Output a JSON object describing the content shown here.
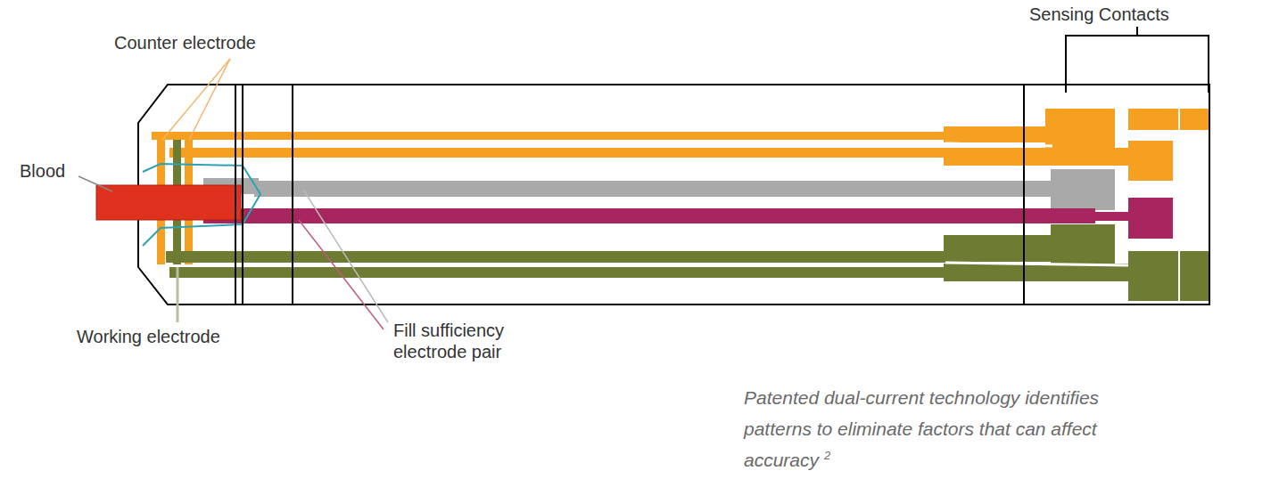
{
  "diagram": {
    "caption": "Patented dual-current technology identifies patterns to eliminate factors that can affect accuracy",
    "labels": [
      "Counter electrode",
      "Blood",
      "Working electrode",
      "Fill sufficiency electrode pair",
      "Sensing Contacts",
      "2"
    ]
  }
}
